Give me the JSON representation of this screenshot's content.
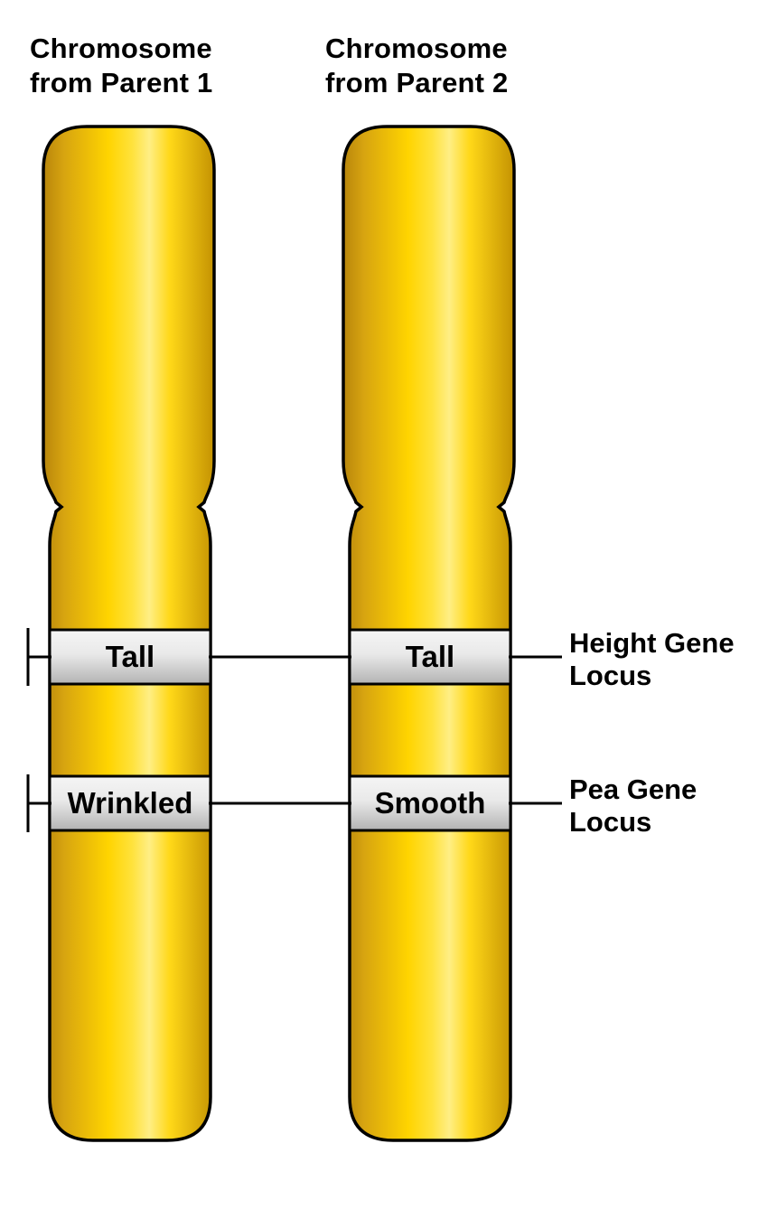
{
  "diagram": {
    "chromosome1": {
      "title": "Chromosome\nfrom Parent 1",
      "alleles": {
        "height": "Tall",
        "pea": "Wrinkled"
      }
    },
    "chromosome2": {
      "title": "Chromosome\nfrom Parent 2",
      "alleles": {
        "height": "Tall",
        "pea": "Smooth"
      }
    },
    "loci": {
      "height": "Height Gene\nLocus",
      "pea": "Pea Gene\nLocus"
    },
    "colors": {
      "background": "#FFFFFF",
      "outline": "#000000",
      "chromosome_dark_gold": "#B8860B",
      "chromosome_gold": "#FFD400",
      "chromosome_highlight": "#FFEE85",
      "band_gray_light": "#F2F2F2",
      "band_gray_dark": "#B3B3B3",
      "text": "#000000"
    }
  }
}
